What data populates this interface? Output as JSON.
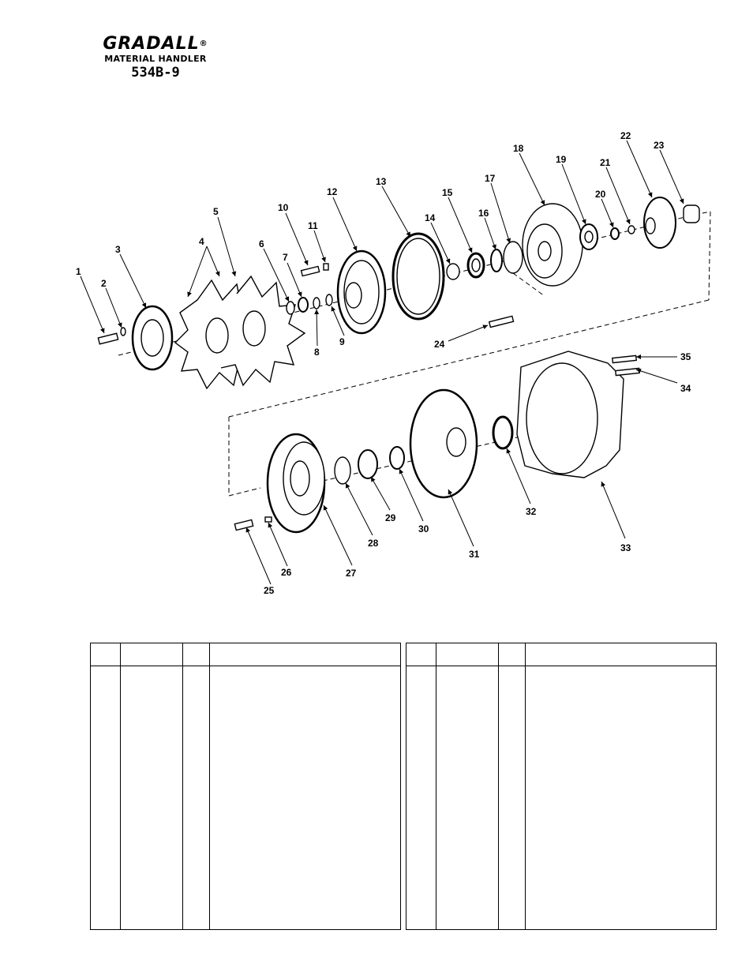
{
  "header": {
    "brand": "GRADALL",
    "registered": "®",
    "product": "MATERIAL HANDLER",
    "model": "534B-9"
  },
  "diagram": {
    "callouts": [
      "1",
      "2",
      "3",
      "4",
      "5",
      "6",
      "7",
      "8",
      "9",
      "10",
      "11",
      "12",
      "13",
      "14",
      "15",
      "16",
      "17",
      "18",
      "19",
      "20",
      "21",
      "22",
      "23",
      "24",
      "25",
      "26",
      "27",
      "28",
      "29",
      "30",
      "31",
      "32",
      "33",
      "34",
      "35"
    ]
  },
  "parts_tables": {
    "left": {
      "columns": [
        "",
        "",
        "",
        ""
      ],
      "rows": []
    },
    "right": {
      "columns": [
        "",
        "",
        "",
        ""
      ],
      "rows": []
    }
  }
}
